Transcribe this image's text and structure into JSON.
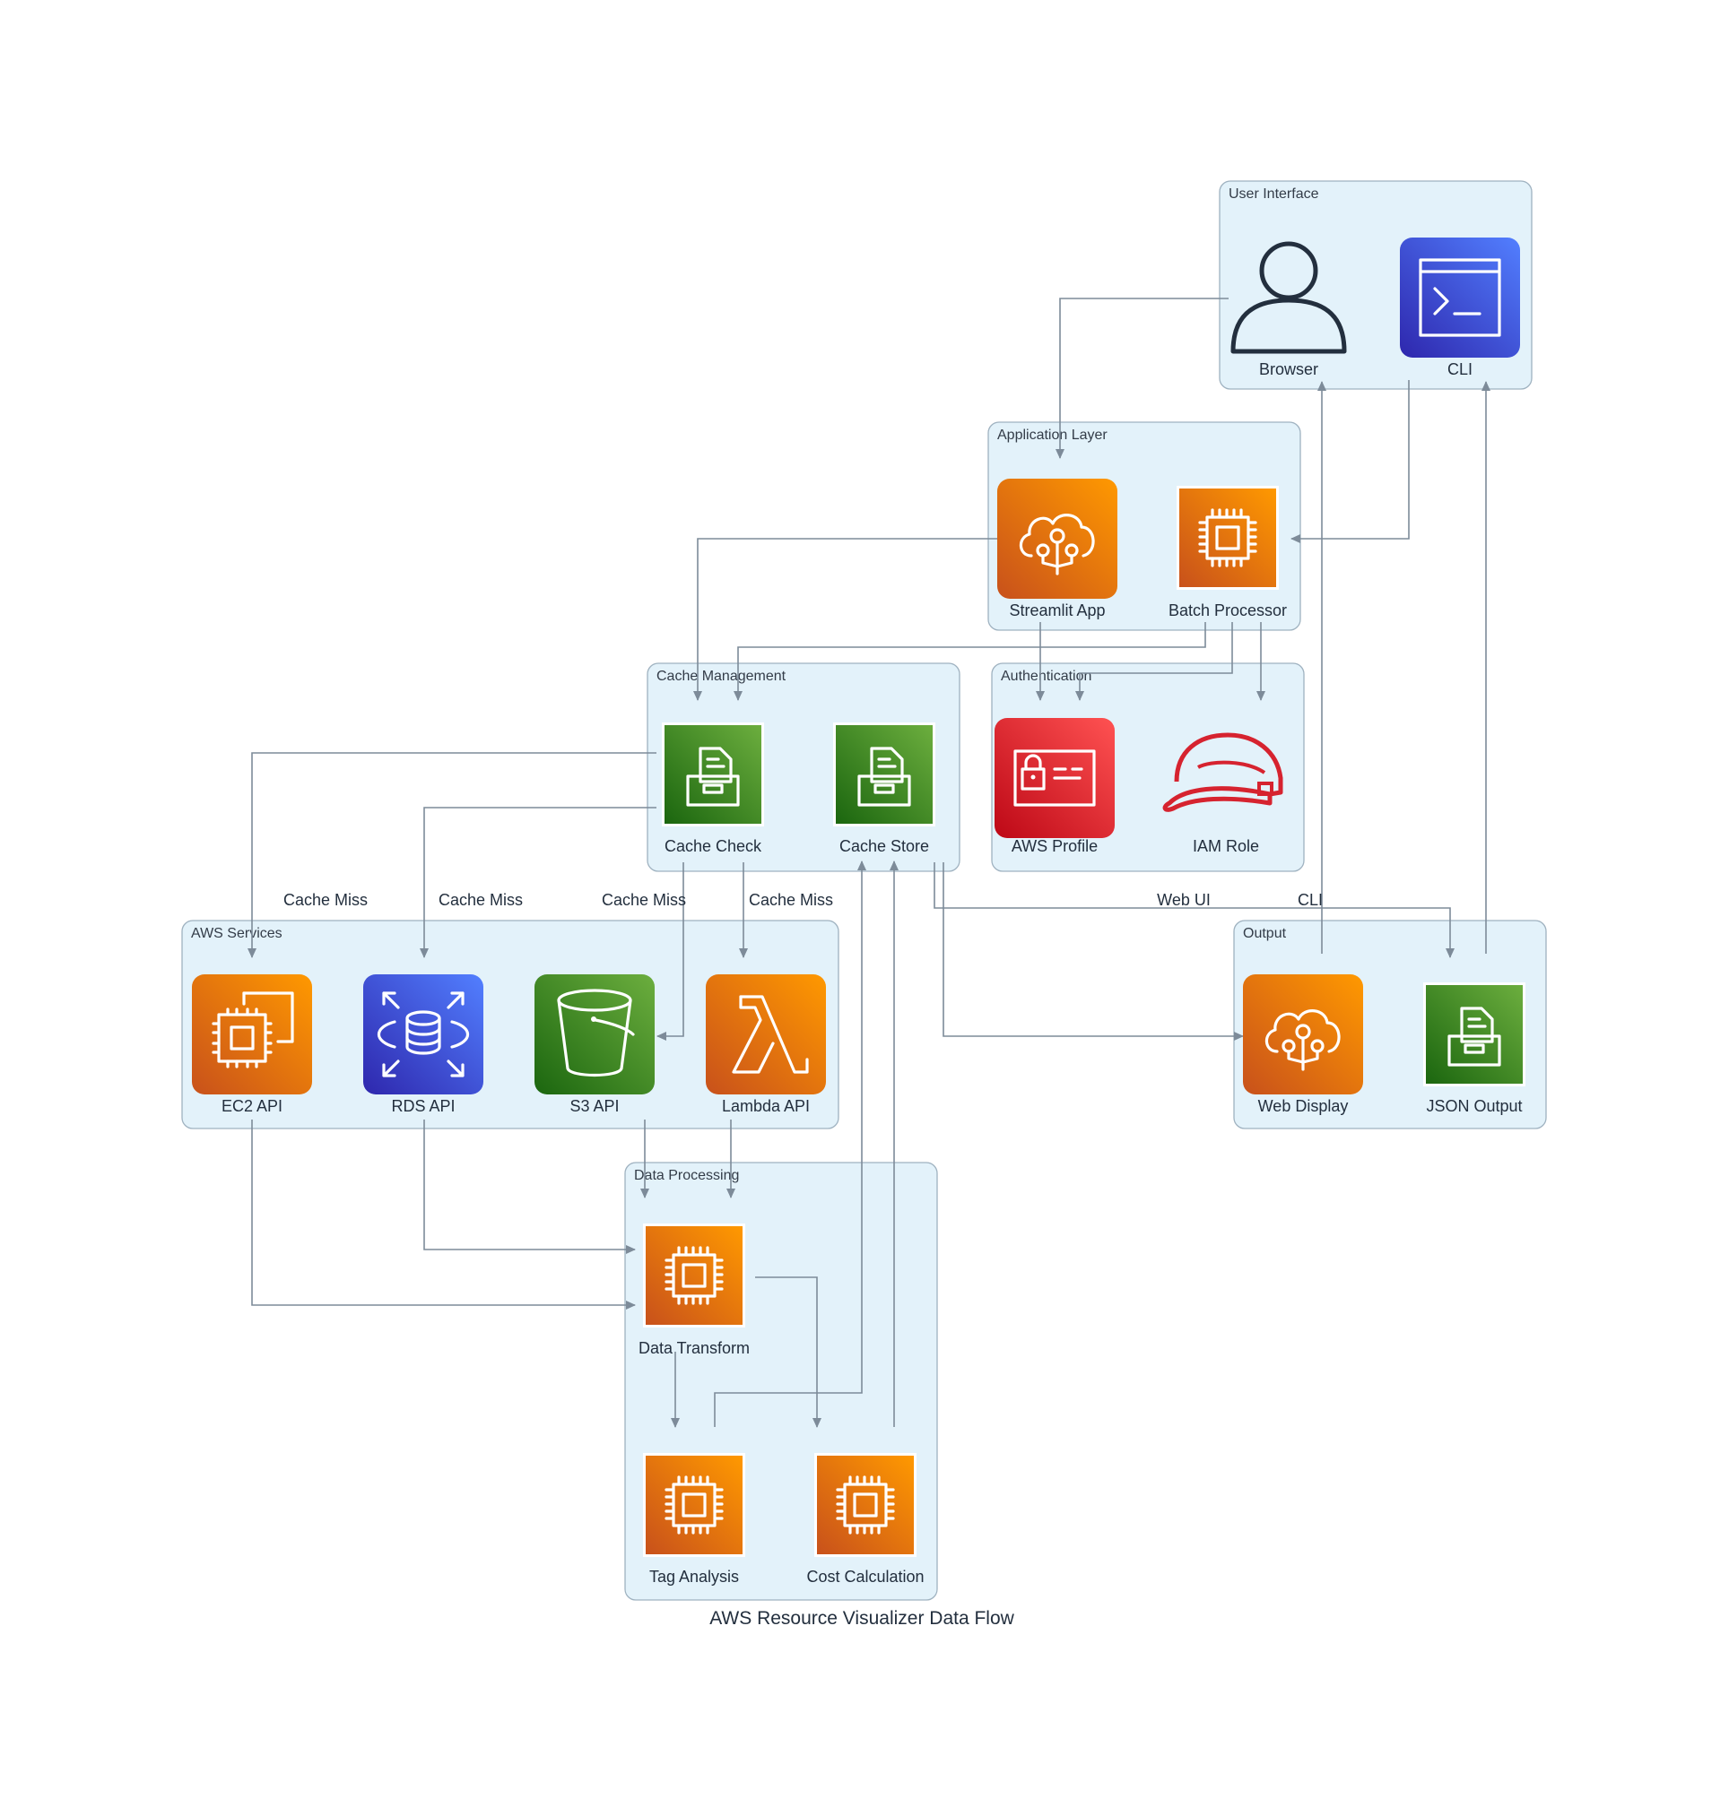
{
  "title": "AWS Resource Visualizer Data Flow",
  "colors": {
    "cluster_fill": "#e3f2fa",
    "cluster_border": "#9fb2c0",
    "edge": "#7d8b99",
    "orange": "#e8730e",
    "green": "#3f8624",
    "blue": "#3b48cc",
    "red": "#d6232f",
    "text": "#232f3e"
  },
  "clusters": {
    "user_interface": "User Interface",
    "application_layer": "Application Layer",
    "cache_management": "Cache Management",
    "authentication": "Authentication",
    "aws_services": "AWS Services",
    "output": "Output",
    "data_processing": "Data Processing"
  },
  "nodes": {
    "browser": {
      "label": "Browser",
      "icon": "user-icon"
    },
    "cli": {
      "label": "CLI",
      "icon": "terminal-icon"
    },
    "streamlit_app": {
      "label": "Streamlit App",
      "icon": "cloud-tree-icon"
    },
    "batch_processor": {
      "label": "Batch Processor",
      "icon": "chip-icon"
    },
    "cache_check": {
      "label": "Cache Check",
      "icon": "file-cache-icon"
    },
    "cache_store": {
      "label": "Cache Store",
      "icon": "file-cache-icon"
    },
    "aws_profile": {
      "label": "AWS Profile",
      "icon": "id-card-lock-icon"
    },
    "iam_role": {
      "label": "IAM Role",
      "icon": "hard-hat-icon"
    },
    "ec2_api": {
      "label": "EC2 API",
      "icon": "ec2-icon"
    },
    "rds_api": {
      "label": "RDS API",
      "icon": "database-icon"
    },
    "s3_api": {
      "label": "S3 API",
      "icon": "bucket-icon"
    },
    "lambda_api": {
      "label": "Lambda API",
      "icon": "lambda-icon"
    },
    "web_display": {
      "label": "Web Display",
      "icon": "cloud-tree-icon"
    },
    "json_output": {
      "label": "JSON Output",
      "icon": "file-cache-icon"
    },
    "data_transform": {
      "label": "Data Transform",
      "icon": "chip-icon"
    },
    "tag_analysis": {
      "label": "Tag Analysis",
      "icon": "chip-icon"
    },
    "cost_calculation": {
      "label": "Cost Calculation",
      "icon": "chip-icon"
    }
  },
  "edge_labels": {
    "cache_miss_ec2": "Cache Miss",
    "cache_miss_rds": "Cache Miss",
    "cache_miss_s3": "Cache Miss",
    "cache_miss_lambda": "Cache Miss",
    "web_ui": "Web UI",
    "cli": "CLI"
  }
}
